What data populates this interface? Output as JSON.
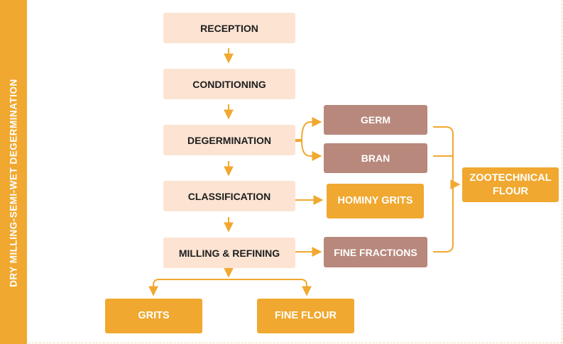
{
  "side_label": "DRY MILLING-SEMI-WET DEGERMINATION",
  "steps": {
    "reception": "RECEPTION",
    "conditioning": "CONDITIONING",
    "degermination": "DEGERMINATION",
    "classification": "CLASSIFICATION",
    "milling_refining": "MILLING & REFINING"
  },
  "byproducts": {
    "germ": "GERM",
    "bran": "BRAN",
    "fine_fractions": "FINE FRACTIONS"
  },
  "products": {
    "hominy_grits": "HOMINY GRITS",
    "zootechnical_flour_line1": "ZOOTECHNICAL",
    "zootechnical_flour_line2": "FLOUR",
    "grits": "GRITS",
    "fine_flour": "FINE FLOUR"
  },
  "colors": {
    "accent": "#f0a830",
    "step_fill": "#fce3d2",
    "byproduct_fill": "#b8887c",
    "text_dark": "#1e1e1e"
  }
}
